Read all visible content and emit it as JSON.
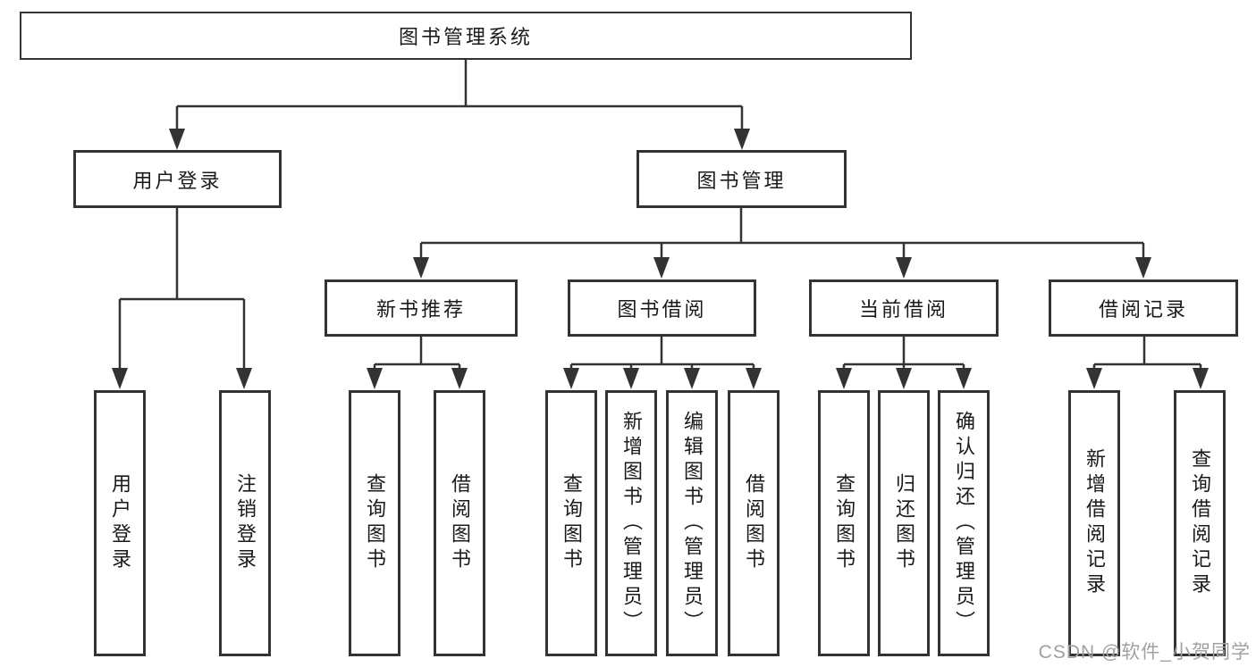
{
  "diagram": {
    "type": "tree",
    "root": {
      "label": "图书管理系统"
    },
    "level2": [
      {
        "label": "用户登录"
      },
      {
        "label": "图书管理"
      }
    ],
    "level3": [
      {
        "label": "新书推荐",
        "parent": "图书管理"
      },
      {
        "label": "图书借阅",
        "parent": "图书管理"
      },
      {
        "label": "当前借阅",
        "parent": "图书管理"
      },
      {
        "label": "借阅记录",
        "parent": "图书管理"
      }
    ],
    "leaves": [
      {
        "label": "用户登录",
        "parent": "用户登录"
      },
      {
        "label": "注销登录",
        "parent": "用户登录"
      },
      {
        "label": "查询图书",
        "parent": "新书推荐"
      },
      {
        "label": "借阅图书",
        "parent": "新书推荐"
      },
      {
        "label": "查询图书",
        "parent": "图书借阅"
      },
      {
        "label": "新增图书（管理员）",
        "parent": "图书借阅"
      },
      {
        "label": "编辑图书（管理员）",
        "parent": "图书借阅"
      },
      {
        "label": "借阅图书",
        "parent": "图书借阅"
      },
      {
        "label": "查询图书",
        "parent": "当前借阅"
      },
      {
        "label": "归还图书",
        "parent": "当前借阅"
      },
      {
        "label": "确认归还（管理员）",
        "parent": "当前借阅"
      },
      {
        "label": "新增借阅记录",
        "parent": "借阅记录"
      },
      {
        "label": "查询借阅记录",
        "parent": "借阅记录"
      }
    ],
    "colors": {
      "line": "#333333",
      "box_border": "#333333",
      "text": "#1a1a1a",
      "background": "#ffffff",
      "watermark": "#a0a0a0"
    }
  },
  "watermark": {
    "text": "CSDN @软件_小贺同学"
  }
}
